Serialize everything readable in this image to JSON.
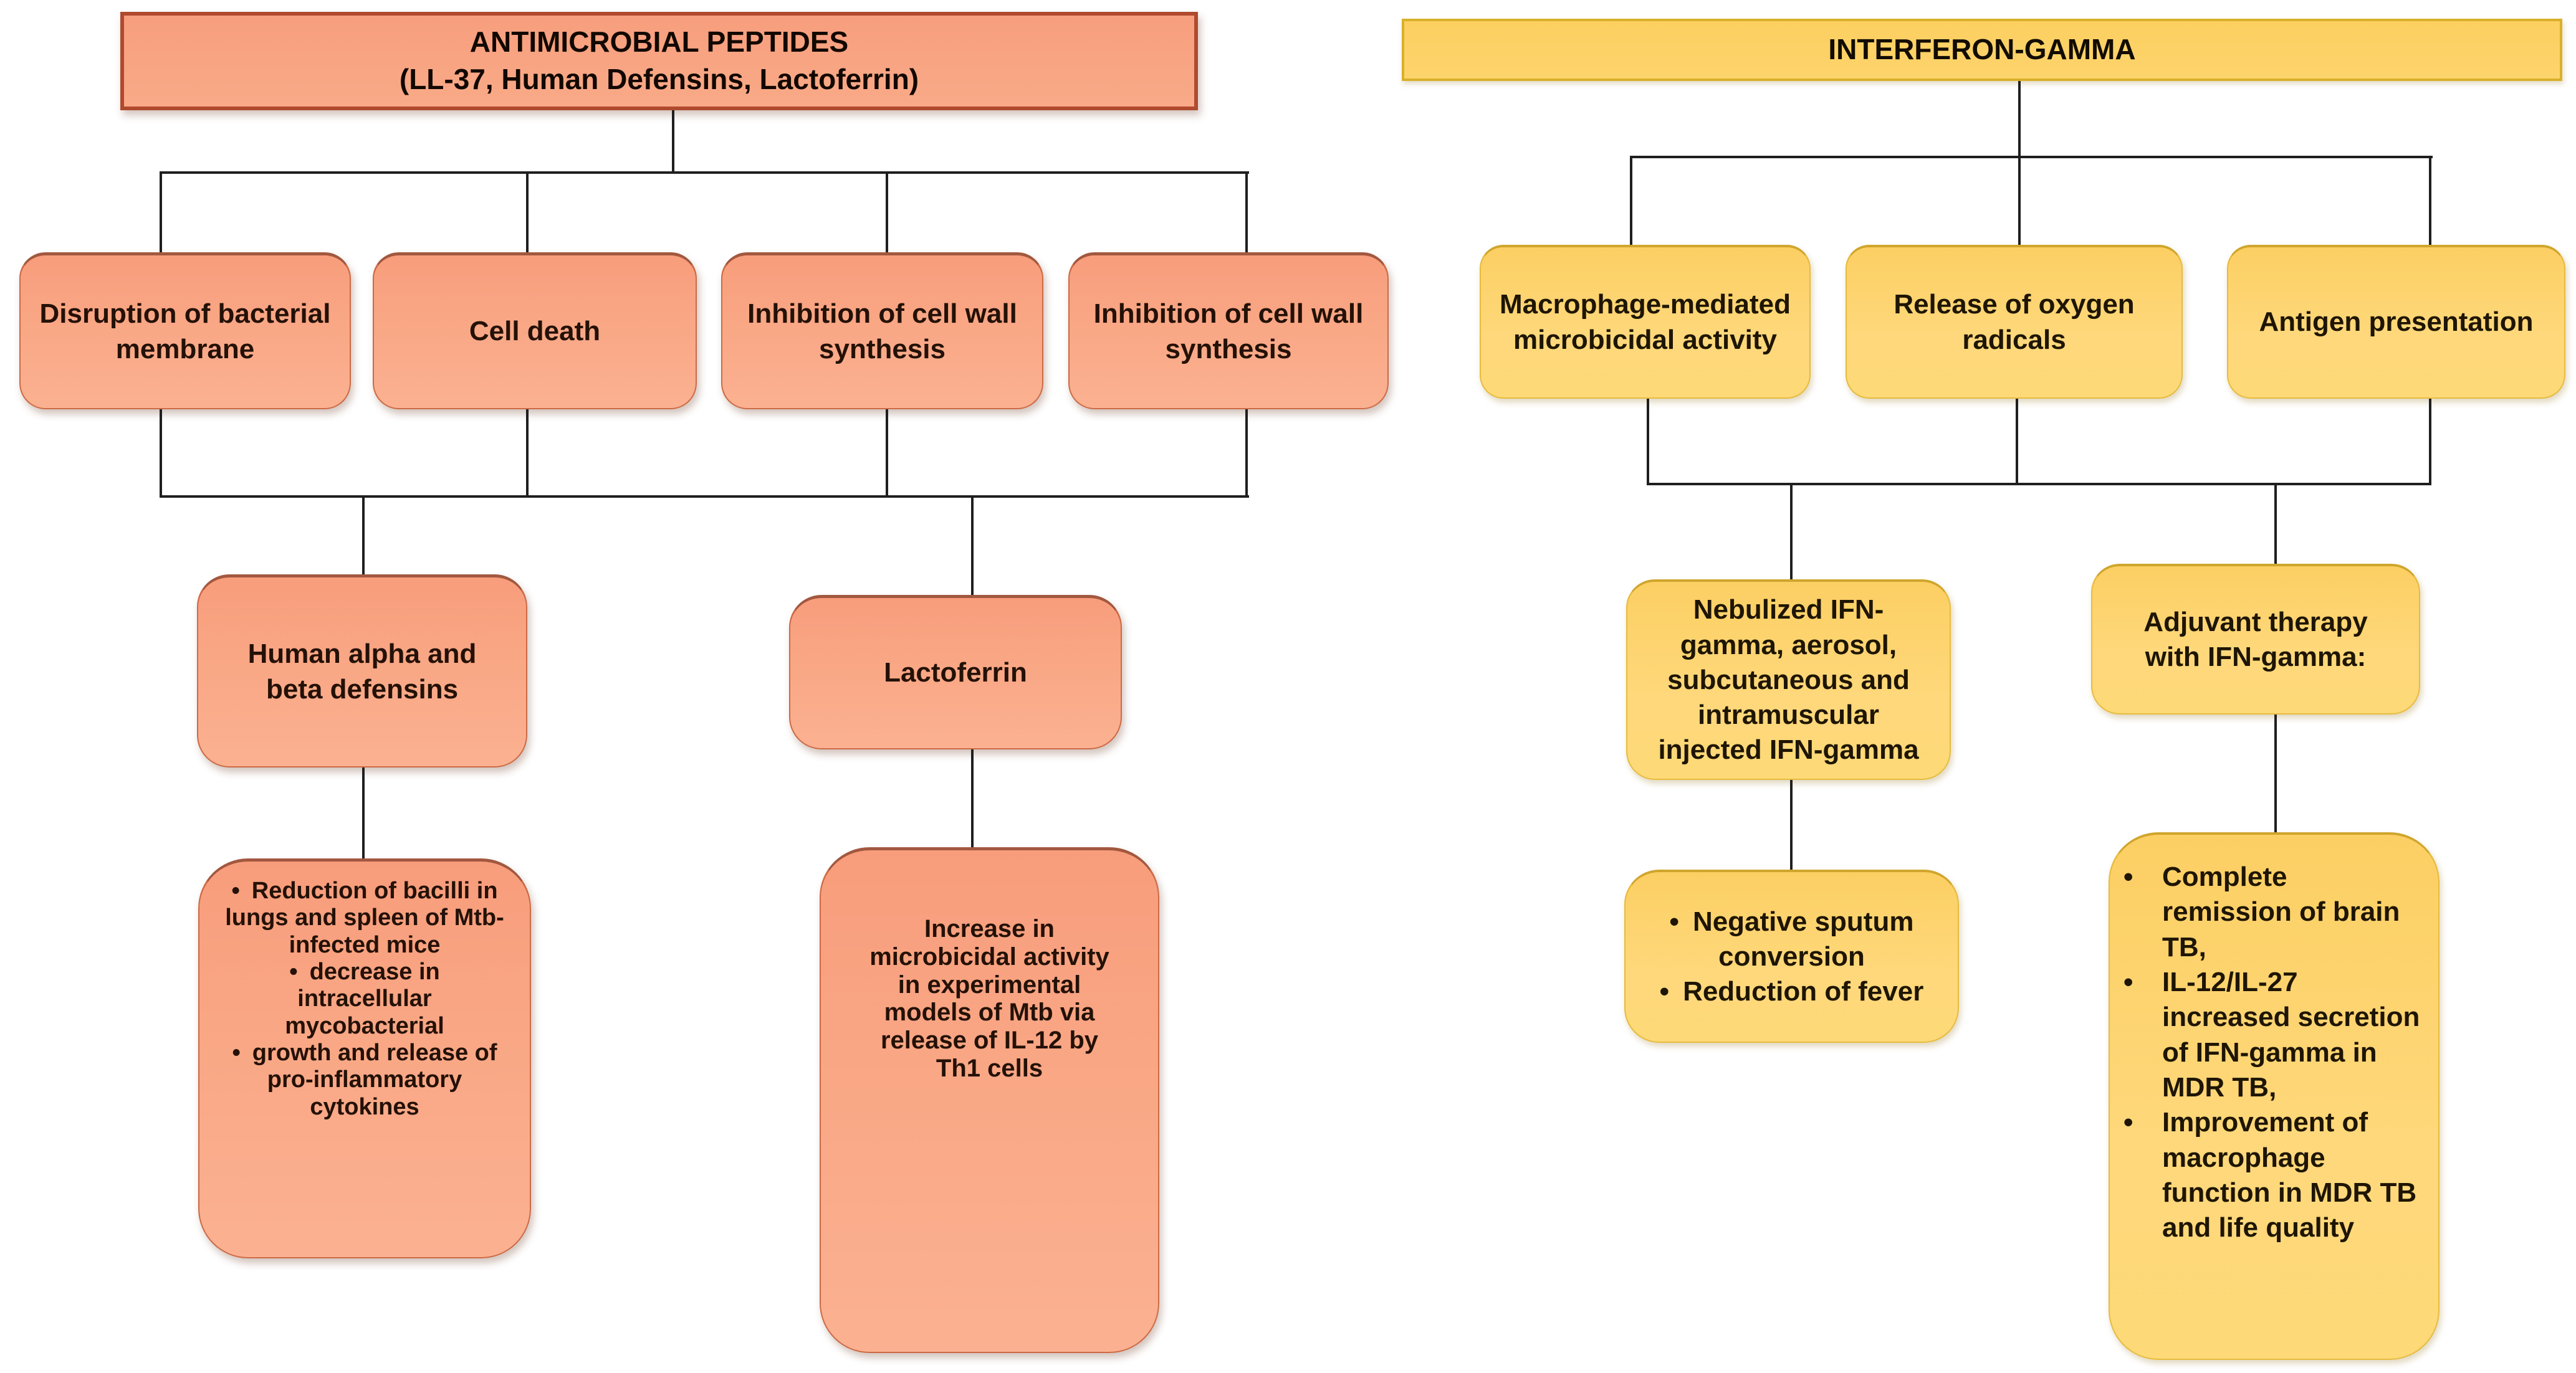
{
  "left": {
    "title": "ANTIMICROBIAL PEPTIDES",
    "subtitle": "(LL-37, Human Defensins, Lactoferrin)",
    "level1": [
      "Disruption of bacterial membrane",
      "Cell death",
      "Inhibition of cell wall synthesis",
      "Inhibition of cell wall synthesis"
    ],
    "level2": [
      "Human alpha and beta defensins",
      "Lactoferrin"
    ],
    "defensin_effects": [
      "Reduction of bacilli in lungs and spleen of Mtb-infected mice",
      "decrease in intracellular mycobacterial",
      "growth and release of pro-inflammatory cytokines"
    ],
    "lactoferrin_effect": "Increase in microbicidal activity in experimental models of Mtb via release of IL-12 by Th1 cells"
  },
  "right": {
    "title": "INTERFERON-GAMMA",
    "level1": [
      "Macrophage-mediated microbicidal activity",
      "Release of oxygen radicals",
      "Antigen presentation"
    ],
    "level2": [
      "Nebulized IFN-gamma, aerosol, subcutaneous and intramuscular injected IFN-gamma",
      "Adjuvant therapy with IFN-gamma:"
    ],
    "nebulized_outcomes": [
      "Negative sputum conversion",
      "Reduction of fever"
    ],
    "adjuvant_outcomes": [
      "Complete remission of brain TB,",
      "IL-12/IL-27 increased secretion of IFN-gamma in MDR TB,",
      "Improvement of macrophage function in MDR TB and life quality"
    ]
  },
  "colors": {
    "amp_fill": "#f9a583",
    "amp_border": "#b04a2e",
    "ifn_fill": "#fdd36e",
    "ifn_border": "#d9b02a",
    "connector_line": "#1f1f1f",
    "background": "#ffffff"
  }
}
